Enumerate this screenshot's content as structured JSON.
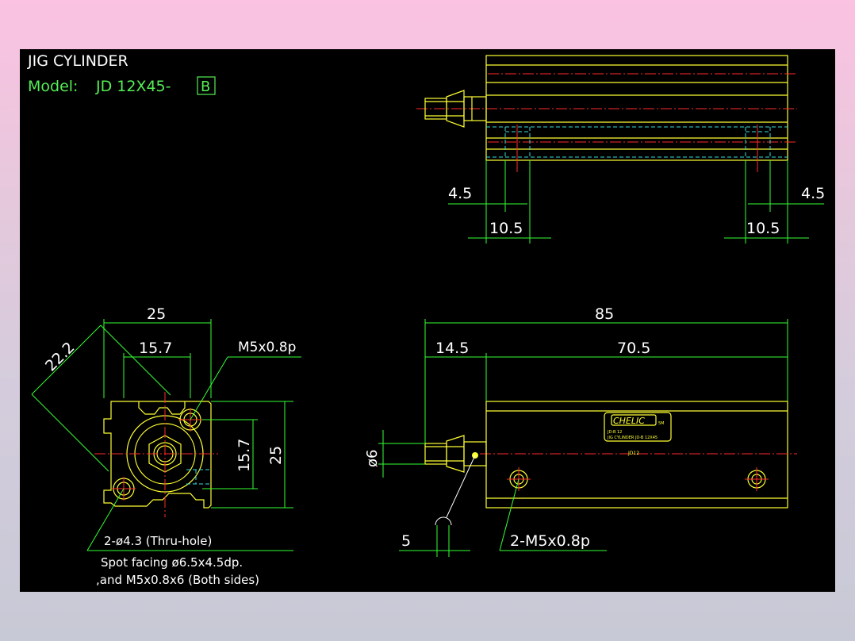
{
  "title": "JIG CYLINDER",
  "model": {
    "label": "Model:",
    "value": "JD 12X45-",
    "boxed": "B"
  },
  "top_view": {
    "dims": {
      "left_small": "4.5",
      "left_large": "10.5",
      "right_small": "4.5",
      "right_large": "10.5"
    }
  },
  "end_view": {
    "dims": {
      "width": "25",
      "inner_width": "15.7",
      "diagonal": "22.2",
      "height_inner": "15.7",
      "height": "25",
      "port": "M5x0.8p"
    },
    "notes": {
      "hole": "2-ø4.3 (Thru-hole)",
      "spot": "Spot facing ø6.5x4.5dp.",
      "thread": ",and M5x0.8x6 (Both sides)"
    }
  },
  "side_view": {
    "dims": {
      "overall": "85",
      "rod_section": "14.5",
      "body": "70.5",
      "rod_dia": "ø6",
      "small": "5",
      "tap": "2-M5x0.8p"
    },
    "label_plate": {
      "brand": "CHELIC",
      "code": "JD-B 12",
      "desc": "JIG CYLINDER JD-B 12X45",
      "small": "JD12",
      "tag": "5M"
    }
  },
  "colors": {
    "background": "#000000",
    "outline": "#ffff33",
    "dimension": "#33ff33",
    "centerline": "#ff2a2a",
    "hidden": "#33dddd",
    "text": "#ffffff",
    "model_text": "#55ee55"
  }
}
